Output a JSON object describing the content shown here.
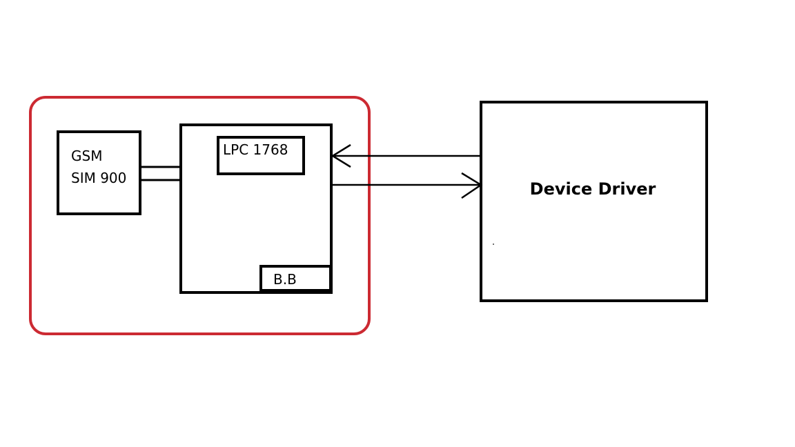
{
  "diagram": {
    "gsm_label_line1": "GSM",
    "gsm_label_line2": "SIM 900",
    "mcu_label": "LPC 1768",
    "bb_label": "B.B",
    "driver_label": "Device Driver"
  },
  "colors": {
    "stroke": "#000000",
    "group_border": "#cc2a32",
    "background": "#ffffff"
  }
}
